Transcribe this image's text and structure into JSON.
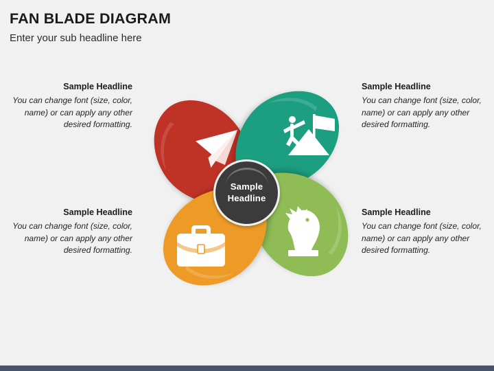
{
  "header": {
    "title": "FAN BLADE DIAGRAM",
    "subtitle": "Enter your sub headline here"
  },
  "center": {
    "line1": "Sample",
    "line2": "Headline",
    "color": "#3b3b3b",
    "text_color": "#ffffff"
  },
  "blades": [
    {
      "position": "top-left",
      "color": "#bf3328",
      "color_dark": "#a82a20",
      "icon": "paper-plane-icon",
      "headline": "Sample Headline",
      "body": "You can change font (size, color, name) or can apply any other desired formatting.",
      "align": "right"
    },
    {
      "position": "top-right",
      "color": "#1b9e80",
      "color_dark": "#17876e",
      "icon": "mountain-flag-icon",
      "headline": "Sample Headline",
      "body": "You can change font (size, color, name) or can apply any other desired formatting.",
      "align": "left"
    },
    {
      "position": "bottom-left",
      "color": "#ed9b26",
      "color_dark": "#d4851a",
      "icon": "briefcase-icon",
      "headline": "Sample Headline",
      "body": "You can change font (size, color, name) or can apply any other desired formatting.",
      "align": "right"
    },
    {
      "position": "bottom-right",
      "color": "#8fbc54",
      "color_dark": "#7aa544",
      "icon": "chess-knight-icon",
      "headline": "Sample Headline",
      "body": "You can change font (size, color, name) or can apply any other desired formatting.",
      "align": "left"
    }
  ],
  "footer": {
    "bar_color": "#47546b"
  },
  "background": {
    "color": "#f1f1f1"
  }
}
